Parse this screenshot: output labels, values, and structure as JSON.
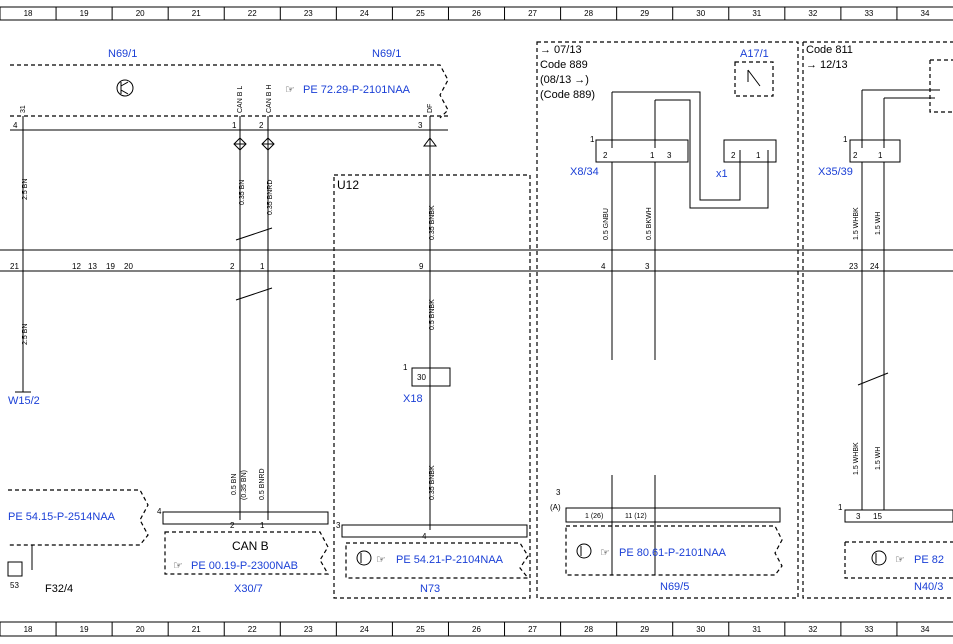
{
  "grid": {
    "numbers": [
      "18",
      "19",
      "20",
      "21",
      "22",
      "23",
      "24",
      "25",
      "26",
      "27",
      "28",
      "29",
      "30",
      "31",
      "32",
      "33",
      "34"
    ]
  },
  "components": {
    "n69_1_left": "N69/1",
    "n69_1_right": "N69/1",
    "u12": "U12",
    "w15_2": "W15/2",
    "x18": "X18",
    "x30_7": "X30/7",
    "n73": "N73",
    "n69_5": "N69/5",
    "x8_34": "X8/34",
    "x1": "x1",
    "a17_1": "A17/1",
    "x35_39": "X35/39",
    "n40_3": "N40/3",
    "f32_4": "F32/4",
    "can_b": "CAN B"
  },
  "refs": {
    "pe_72": "PE 72.29-P-2101NAA",
    "pe_54_15": "PE 54.15-P-2514NAA",
    "pe_00_19": "PE 00.19-P-2300NAB",
    "pe_54_21": "PE 54.21-P-2104NAA",
    "pe_80": "PE 80.61-P-2101NAA",
    "pe_82": "PE 82"
  },
  "codes": {
    "date_0713": "→ 07/13",
    "code889_a": "Code 889",
    "date_0813": "(08/13 →)",
    "code889_b": "(Code 889)",
    "code811": "Code 811",
    "date_1213": "→ 12/13"
  },
  "wires": {
    "w1": "2.5 BN",
    "w2": "2.5 BN",
    "w3": "0.35 BN",
    "w4": "0.35 BNRD",
    "w5": "0.35 BNBK",
    "w6": "0.5 BNBK",
    "w7": "0.35 BNBK",
    "w8": "0.5 GNBU",
    "w9": "0.5 BKWH",
    "w10": "1.5 WHBK",
    "w11": "1.5 WH",
    "w12": "1.5 WHBK",
    "w13": "1.5 WH",
    "w14a": "0.5 BN",
    "w14b": "(0.35 BN)",
    "w15": "0.5 BNRD"
  },
  "pins": {
    "p4": "4",
    "p1": "1",
    "p2": "2",
    "p3": "3",
    "p21": "21",
    "p12": "12",
    "p13": "13",
    "p19": "19",
    "p20": "20",
    "p9": "9",
    "p23": "23",
    "p24": "24",
    "p31": "31",
    "p30": "30",
    "p53": "53",
    "p15": "15",
    "p26": "1 (26)",
    "p11": "11 (12)",
    "pa": "(A)",
    "canbl": "CAN B L",
    "canbh": "CAN B H",
    "pdf": "DF"
  }
}
